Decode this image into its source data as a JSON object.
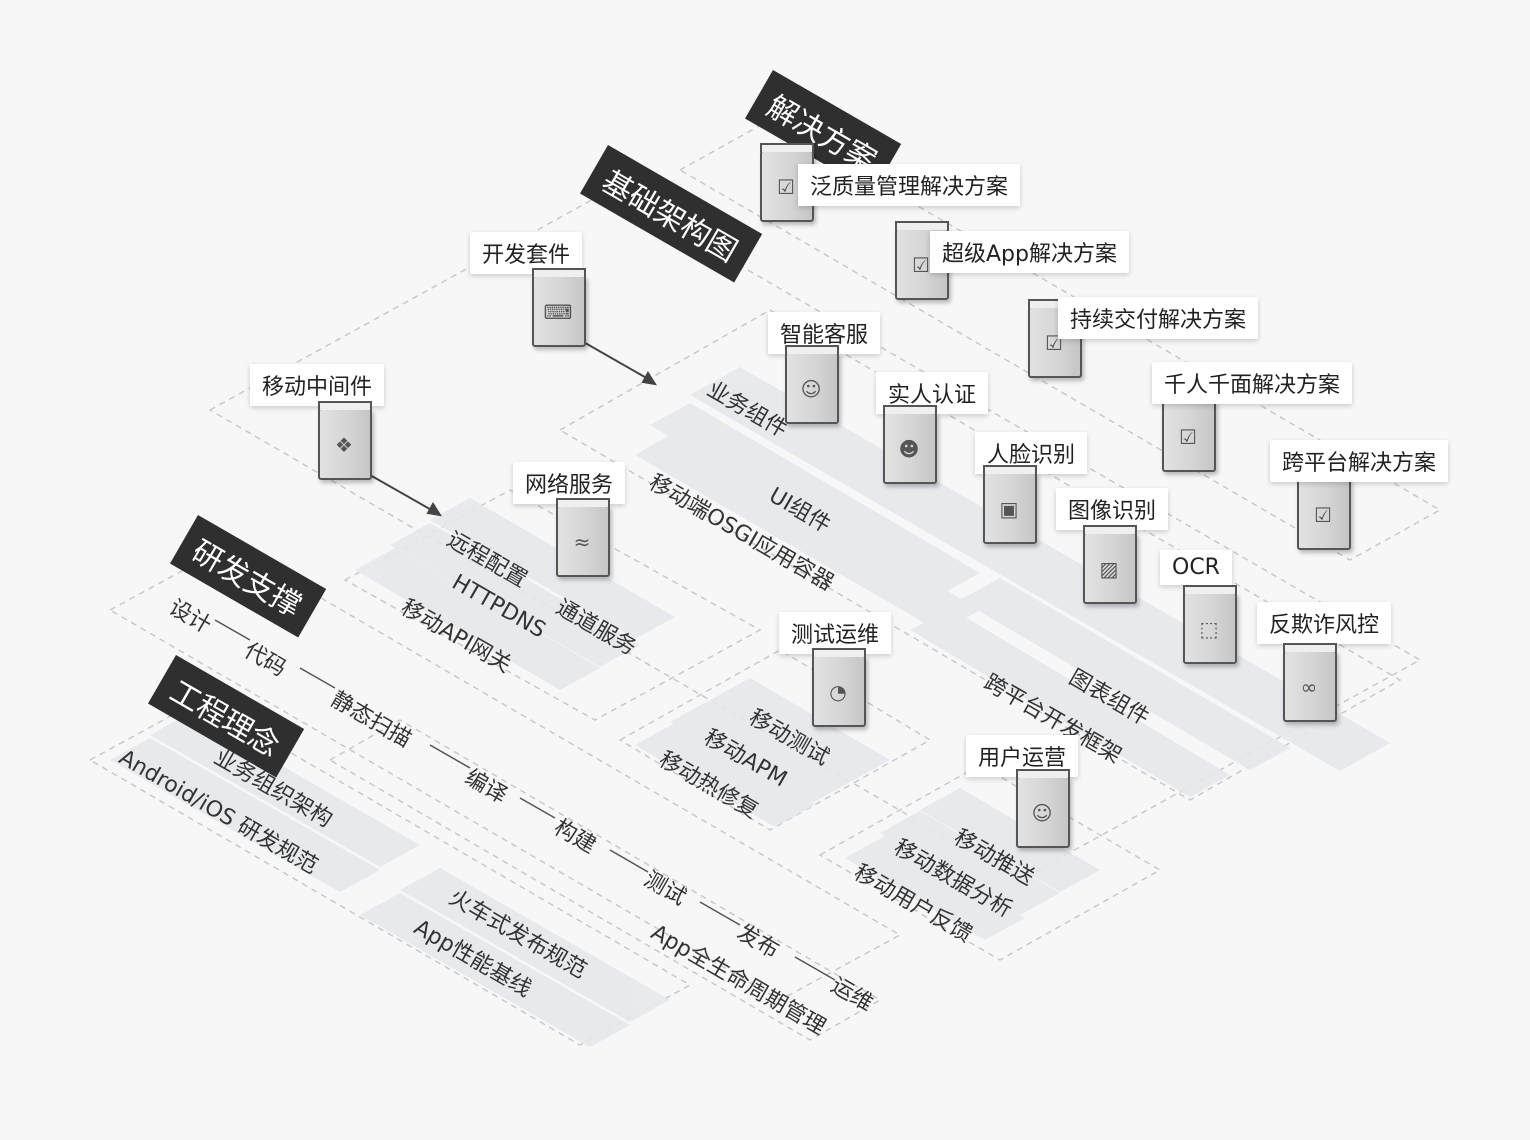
{
  "sections": {
    "solutions": "解决方案",
    "infrastructure": "基础架构图",
    "rd_support": "研发支撑",
    "engineering": "工程理念"
  },
  "solutions": [
    "泛质量管理解决方案",
    "超级App解决方案",
    "持续交付解决方案",
    "千人千面解决方案",
    "跨平台解决方案"
  ],
  "dev_kit": "开发套件",
  "middleware": "移动中间件",
  "business_components": {
    "title": "业务组件",
    "items": [
      "智能客服",
      "实人认证",
      "人脸识别",
      "图像识别",
      "OCR",
      "反欺诈风控"
    ]
  },
  "network": {
    "title": "网络服务",
    "items": [
      "远程配置",
      "通道服务",
      "HTTPDNS",
      "移动API网关"
    ]
  },
  "container": {
    "ui": "UI组件",
    "osgi": "移动端OSGI应用容器",
    "chart": "图表组件",
    "cross_platform": "跨平台开发框架"
  },
  "test_ops": {
    "title": "测试运维",
    "items": [
      "移动测试",
      "移动APM",
      "移动热修复"
    ]
  },
  "user_ops": {
    "title": "用户运营",
    "items": [
      "移动推送",
      "移动数据分析",
      "移动用户反馈"
    ]
  },
  "pipeline": [
    "设计",
    "代码",
    "静态扫描",
    "编译",
    "构建",
    "测试",
    "发布",
    "运维"
  ],
  "engineering_items": [
    "业务组织架构",
    "Android/iOS 研发规范",
    "火车式发布规范",
    "App性能基线",
    "App全生命周期管理"
  ],
  "icons": [
    "document-check-icon",
    "code-window-icon",
    "layers-icon",
    "headset-agent-icon",
    "person-check-icon",
    "face-scan-icon",
    "image-icon",
    "scan-frame-icon",
    "mask-icon",
    "wifi-icon",
    "speedometer-icon",
    "user-card-icon"
  ]
}
